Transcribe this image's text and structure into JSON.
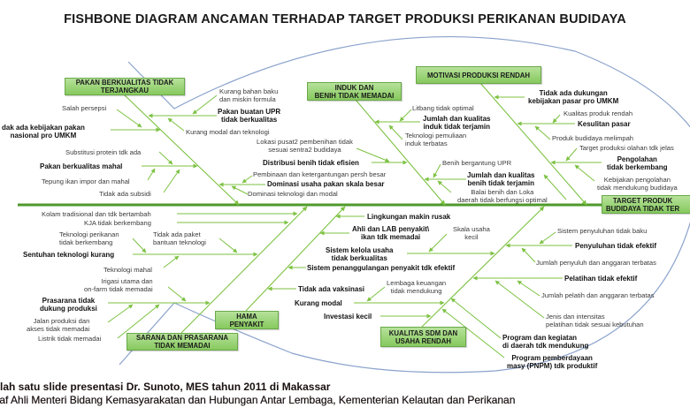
{
  "title": "FISHBONE DIAGRAM ANCAMAN TERHADAP TARGET PRODUKSI PERIKANAN BUDIDAYA",
  "head": "TARGET  PRODUK\nBUDIDAYA TIDAK TER",
  "colors": {
    "bone": "#7dc242",
    "spine": "#4e9a2a",
    "outline": "#8aa2cc",
    "box": "#94cf6c"
  },
  "categories": {
    "pakan": "PAKAN BERKUALITAS TIDAK\nTERJANGKAU",
    "induk": "INDUK DAN\nBENIH TIDAK MEMADAI",
    "motivasi": "MOTIVASI PRODUKSI RENDAH",
    "hama": "HAMA\nPENYAKIT",
    "sarana": "SARANA DAN PRASARANA\nTIDAK MEMADAI",
    "sdm": "KUALITAS SDM DAN\nUSAHA RENDAH"
  },
  "pakan": {
    "kurang_bahan": "Kurang bahan baku\ndan miskin formula",
    "pakan_upr": "Pakan buatan UPR\ntidak berkualitas",
    "kurang_modal_tek": "Kurang modal dan teknologi",
    "salah_persepsi": "Salah persepsi",
    "kebijakan": "dak ada kebijakan pakan\nnasional pro UMKM",
    "substitusi": "Substitusi protein tdk ada",
    "mahal": "Pakan berkualitas mahal",
    "tepung": "Tepung ikan impor dan mahal",
    "subsidi": "Tidak ada subsidi",
    "pembinaan": "Pembinaan dan ketergantungan persh besar",
    "dominasi_usaha": "Dominasi usaha pakan skala besar",
    "dominasi_tek": "Dominasi teknologi dan modal"
  },
  "induk": {
    "lokasi": "Lokasi pusat2 pembenihan tidak\nsesuai sentra2  budidaya",
    "distribusi": "Distribusi benih tidak efisien",
    "litbang": "Litbang tidak optimal",
    "induk_kualitas": "Jumlah dan kualitas\ninduk tidak terjamin",
    "pemuliaan": "Teknologi pemuliaan\ninduk terbatas",
    "benih_upr": "Benih bergantung UPR",
    "benih_kualitas": "Jumlah dan kualitas\nbenih tidak terjamin",
    "balai": "Balai benih dan  Loka\ndaerah tidak berfungsi optimal"
  },
  "motivasi": {
    "dukungan": "Tidak ada dukungan\nkebijakan pasar pro UMKM",
    "kualitas_produk": "Kualitas produk rendah",
    "kesulitan_pasar": "Kesulitan pasar",
    "melimpah": "Produk budidaya melimpah",
    "target_olahan": "Target produksi olahan tdk jelas",
    "pengolahan": "Pengolahan\ntidak berkembang",
    "kebijakan_olah": "Kebijakan pengolahan\ntidak mendukung budidaya"
  },
  "sarana": {
    "kolam": "Kolam tradisional dan tdk bertambah",
    "kja": "KJA tidak berkembang",
    "tek_perikanan": "Teknologi perikanan\ntidak berkembang",
    "paket": "Tidak ada paket\nbantuan teknologi",
    "sentuhan": "Sentuhan teknologi kurang",
    "tek_mahal": "Teknologi mahal",
    "irigasi": "Irigasi utama dan\non-farm tidak memadai",
    "prasarana": "Prasarana  tidak\ndukung produksi",
    "jalan": "Jalan produksi dan\nakses tidak memadai",
    "listrik": "Listrik tidak memadai"
  },
  "hama": {
    "lingkungan": "Lingkungan makin rusak",
    "ahli": "Ahli dan LAB penyakit\\\nikan tdk memadai",
    "penanggulangan": "Sistem penanggulangan penyakit tdk efektif",
    "vaksinasi": "Tidak ada vaksinasi"
  },
  "sdm": {
    "skala": "Skala usaha\nkecil",
    "kelola": "Sistem kelola usaha\ntidak berkualitas",
    "lembaga": "Lembaga keuangan\ntidak mendukung",
    "kurang_modal": "Kurang modal",
    "investasi": "Investasi kecil",
    "penyuluhan_baku": "Sistem penyuluhan tidak baku",
    "penyuluhan": "Penyuluhan  tidak efektif",
    "penyuluh_jumlah": "Jumlah penyuluh dan anggaran terbatas",
    "pelatihan": "Pelatihan tidak efektif",
    "pelatih_jumlah": "Jumlah pelatih dan anggaran terbatas",
    "jenis": "Jenis dan intensitas\npelatihan tidak sesuai kebutuhan",
    "program_daerah": "Program dan kegiatan\ndi daerah tdk mendukung",
    "pnpm": "Program pemberdayaan\nmasy (PNPM) tdk produktif"
  },
  "caption": {
    "line1": "lah satu slide presentasi Dr. Sunoto, MES tahun 2011 di Makassar",
    "line2": "taf Ahli Menteri Bidang Kemasyarakatan dan Hubungan Antar Lembaga, Kementerian Kelautan dan Perikanan"
  }
}
